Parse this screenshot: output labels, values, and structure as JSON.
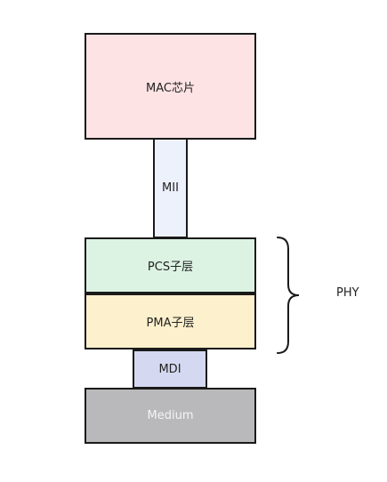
{
  "layers": {
    "mac": {
      "label": "MAC芯片",
      "fill": "#fde3e4"
    },
    "mii": {
      "label": "MII",
      "fill": "#edf1fb"
    },
    "pcs": {
      "label": "PCS子层",
      "fill": "#dcf3e3"
    },
    "pma": {
      "label": "PMA子层",
      "fill": "#fdf0cc"
    },
    "mdi": {
      "label": "MDI",
      "fill": "#d4d9f1"
    },
    "medium": {
      "label": "Medium",
      "fill": "#b9b9bb",
      "text_color": "#f4f4f4"
    }
  },
  "group": {
    "label": "PHY",
    "members": [
      "pcs",
      "pma"
    ]
  }
}
